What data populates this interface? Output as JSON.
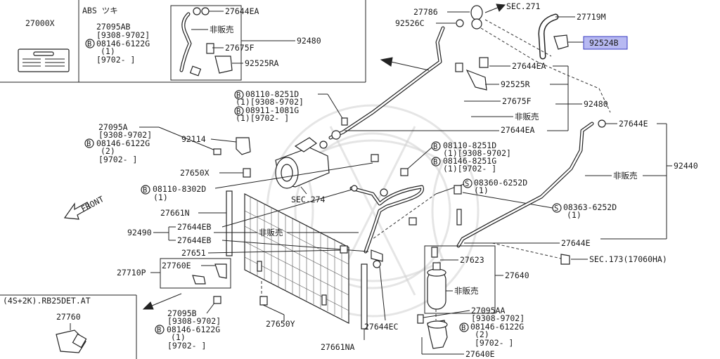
{
  "diagram": {
    "figure_id": "A276A162",
    "labels": {
      "p27000x": "27000X",
      "abs_title": "ABS ツキ",
      "p27095ab": "27095AB",
      "d9308_9702_a": "[9308-9702]",
      "b08146_6122g_a": "08146-6122G",
      "q1_a": "(1)",
      "d9702_a": "[9702-    ]",
      "p27644ea_inset": "27644EA",
      "hihanbai_inset": "非販売",
      "p27675f_inset": "27675F",
      "p92525ra": "92525RA",
      "p92480_inset": "92480",
      "p27786": "27786",
      "sec271": "SEC.271",
      "p27719m": "27719M",
      "p92526c": "92526C",
      "p92524b": "92524B",
      "p27644ea_1": "27644EA",
      "p92525r": "92525R",
      "p27675f": "27675F",
      "p92480": "92480",
      "hihanbai_top": "非販売",
      "p27644ea_2": "27644EA",
      "b08110_8251d_a": "08110-8251D",
      "q1_9308_9702_a": "(1)[9308-9702]",
      "b08911_1081g": "08911-1081G",
      "q1_9702_a": "(1)[9702-    ]",
      "p27095a": "27095A",
      "d9308_9702_b": "[9308-9702]",
      "b08146_6122g_b": "08146-6122G",
      "q2_a": "(2)",
      "d9702_b": "[9702-    ]",
      "p92114": "92114",
      "p27650x": "27650X",
      "b08110_8302d": "08110-8302D",
      "q1_b": "(1)",
      "front": "FRONT",
      "p27661n": "27661N",
      "p92490": "92490",
      "p27644eb_1": "27644EB",
      "p27644eb_2": "27644EB",
      "hihanbai_mid": "非販売",
      "p27651": "27651",
      "p27710p": "27710P",
      "p27760e": "27760E",
      "p27095b": "27095B",
      "d9308_9702_c": "[9308-9702]",
      "b08146_6122g_c": "08146-6122G",
      "q1_c": "(1)",
      "d9702_c": "[9702-    ]",
      "variant": "(4S+2K).RB25DET.AT",
      "p27760": "27760",
      "p27650y": "27650Y",
      "p27661na": "27661NA",
      "p27644ec": "27644EC",
      "sec274": "SEC.274",
      "b08110_8251d_b": "08110-8251D",
      "q1_9308_9702_b": "(1)[9308-9702]",
      "b08146_8251g": "08146-8251G",
      "q1_9702_b": "(1)[9702-    ]",
      "s08360_6252d": "08360-6252D",
      "q1_d": "(1)",
      "s08363_6252d": "08363-6252D",
      "q1_e": "(1)",
      "p27644e_top": "27644E",
      "hihanbai_right": "非販売",
      "p92440": "92440",
      "p27644e": "27644E",
      "sec173": "SEC.173(17060HA)",
      "p27623": "27623",
      "p27640": "27640",
      "hihanbai_rd": "非販売",
      "p27095aa": "27095AA",
      "d9308_9702_d": "[9308-9702]",
      "b08146_6122g_d": "08146-6122G",
      "q2_b": "(2)",
      "d9702_d": "[9702-    ]",
      "p27640e": "27640E",
      "bolt_b": "B",
      "screw_s": "S"
    }
  }
}
